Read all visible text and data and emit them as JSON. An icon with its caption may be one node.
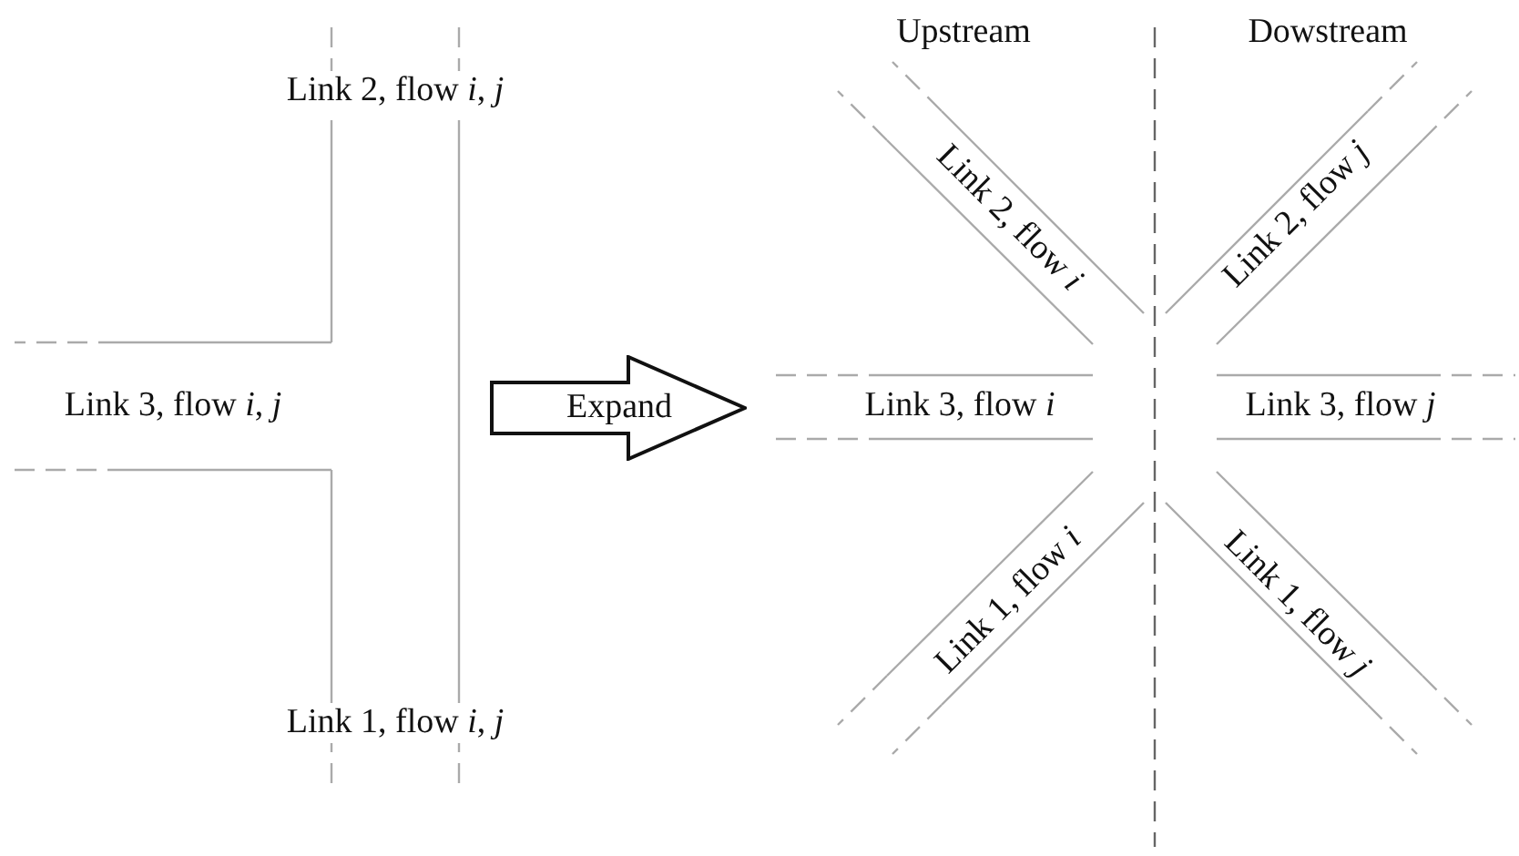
{
  "diagram": {
    "nodes": [
      {
        "text": [
          "Expand"
        ]
      }
    ],
    "labels": [
      "Upstream",
      "Dowstream",
      "Link 2, flow *i*, *j*",
      "Link 2, flow *i*",
      "Link 2, flow *j*",
      "Link 3, flow *i*, *j*",
      "Link 3, flow *i*",
      "Link 3, flow *j*",
      "Link 1, flow *i*",
      "Link 1, flow *j*",
      "Link 1, flow *i*, *j*"
    ]
  }
}
